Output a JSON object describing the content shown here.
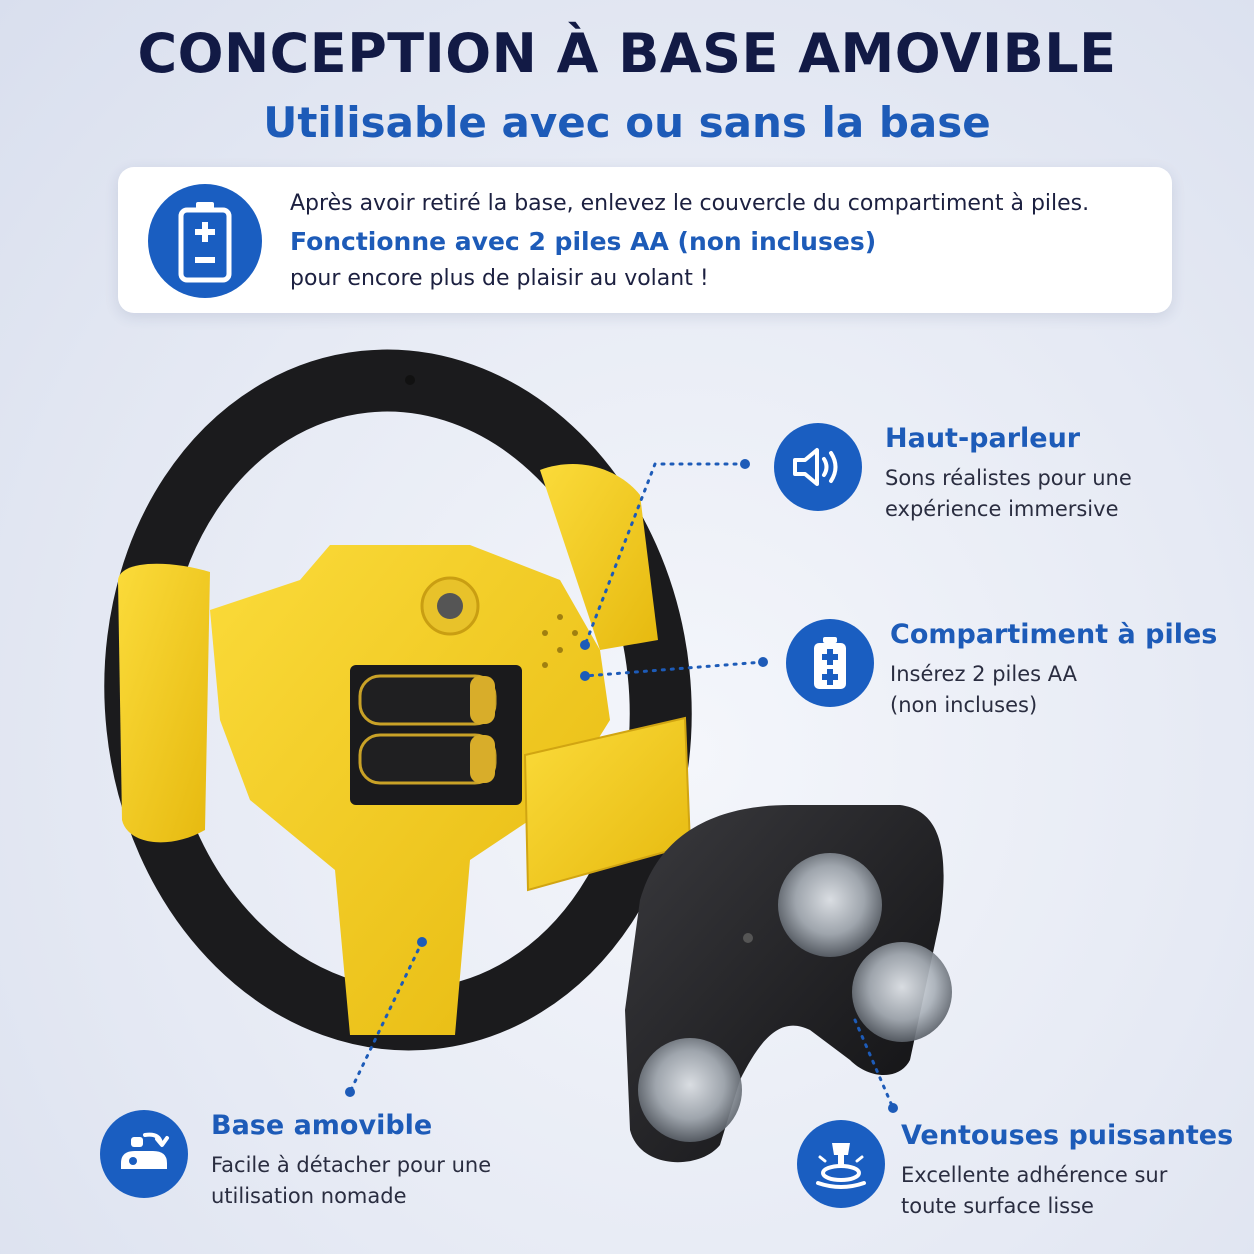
{
  "header": {
    "title": "CONCEPTION À BASE AMOVIBLE",
    "subtitle": "Utilisable avec ou sans la base"
  },
  "info_card": {
    "icon": "battery-icon",
    "line1": "Après avoir retiré la base, enlevez le couvercle du compartiment à piles.",
    "line2": "Fonctionne avec 2 piles AA (non incluses)",
    "line3": "pour encore plus de plaisir au volant !"
  },
  "features": {
    "speaker": {
      "icon": "speaker-icon",
      "title": "Haut-parleur",
      "desc1": "Sons réalistes pour une",
      "desc2": "expérience immersive"
    },
    "battery_compartment": {
      "icon": "battery-compartment-icon",
      "title": "Compartiment à piles",
      "desc1": "Insérez 2 piles AA",
      "desc2": "(non incluses)"
    },
    "removable_base": {
      "icon": "detach-base-icon",
      "title": "Base amovible",
      "desc1": "Facile à détacher pour une",
      "desc2": "utilisation nomade"
    },
    "suction_cups": {
      "icon": "suction-cup-icon",
      "title": "Ventouses puissantes",
      "desc1": "Excellente adhérence sur",
      "desc2": "toute surface lisse"
    }
  },
  "colors": {
    "title": "#121a45",
    "accent_blue": "#1d5bb8",
    "icon_blue": "#1a5ec1",
    "wheel_yellow": "#f5cf1f",
    "wheel_black": "#1b1b1d"
  }
}
